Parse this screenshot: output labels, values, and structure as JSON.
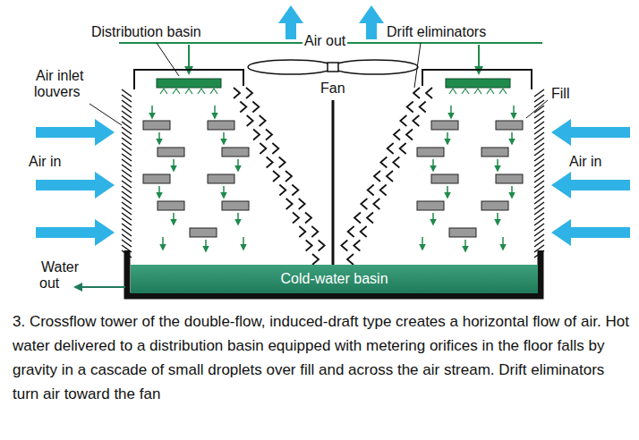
{
  "diagram": {
    "caption": "3. Crossflow tower of the double-flow, induced-draft type creates a horizontal flow of air. Hot water delivered to a distribution basin equipped with metering orifices in the floor falls by gravity in a cascade of small droplets over fill and across the air stream. Drift eliminators turn air toward the fan",
    "nodes": [
      {
        "text": [
          "Cold-water basin"
        ]
      }
    ],
    "labels": [
      "Distribution basin",
      "Air out",
      "Drift eliminators",
      "Air inlet louvers",
      "Fan",
      "Fill",
      "Air in",
      "Air in",
      "Water out"
    ]
  }
}
